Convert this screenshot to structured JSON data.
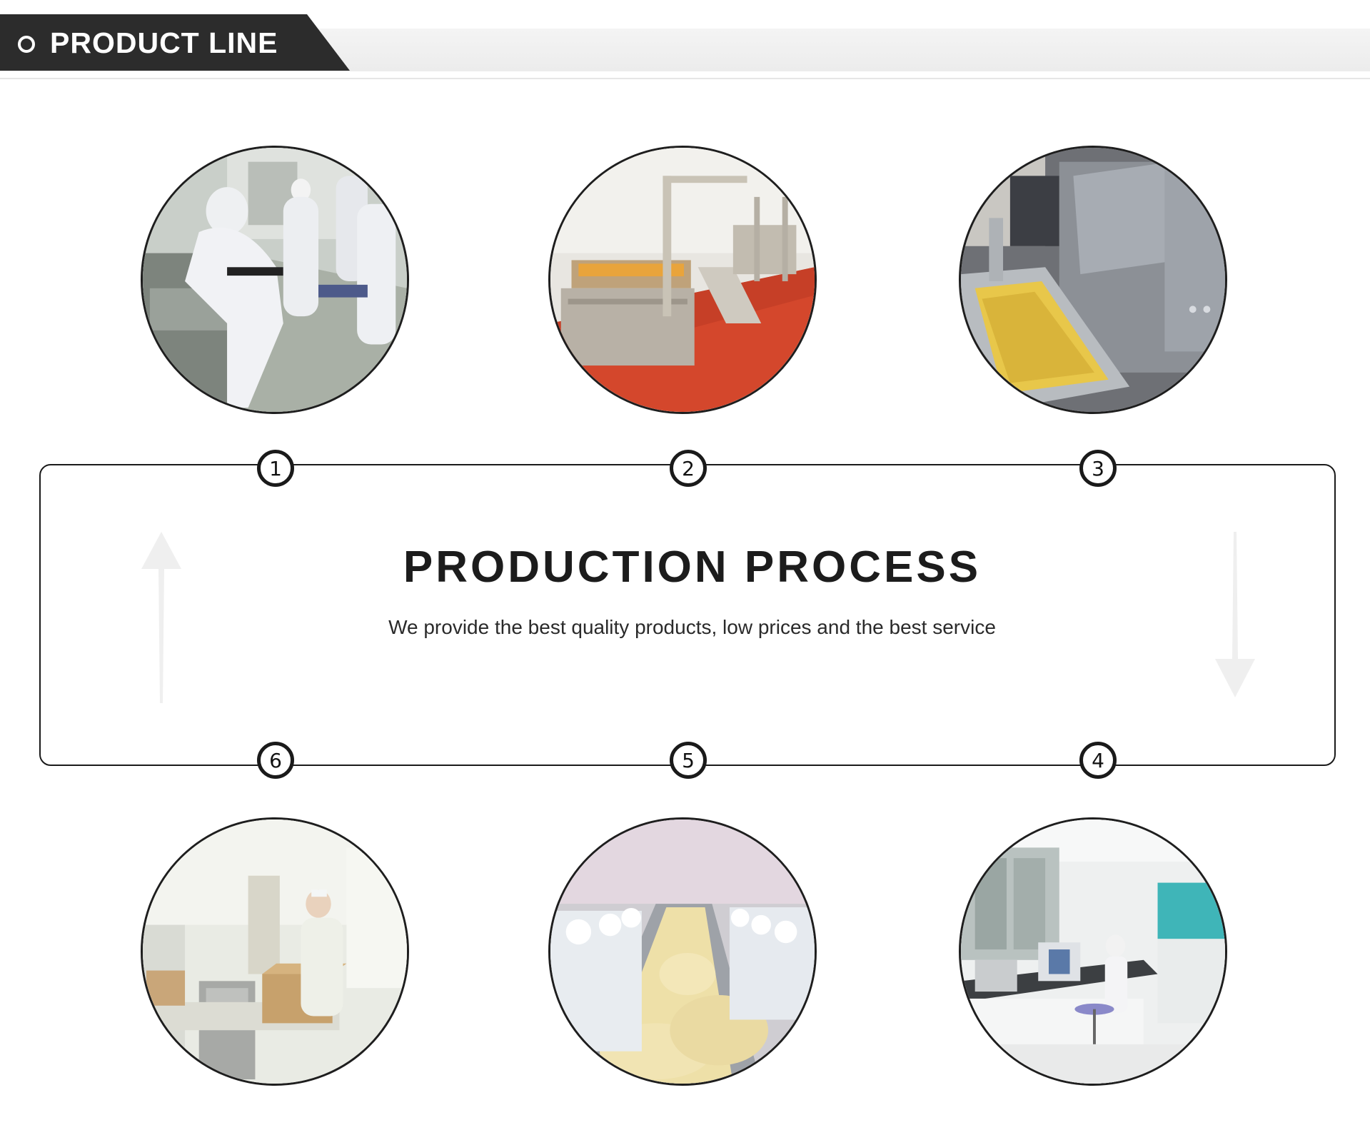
{
  "header": {
    "title": "PRODUCT LINE"
  },
  "process": {
    "title": "PRODUCTION PROCESS",
    "subtitle": "We provide the best quality products, low prices and the best service"
  },
  "steps": [
    {
      "number": "1",
      "photo": "workers-cleanroom-photo"
    },
    {
      "number": "2",
      "photo": "factory-floor-photo"
    },
    {
      "number": "3",
      "photo": "machine-conveyor-photo"
    },
    {
      "number": "4",
      "photo": "laboratory-photo"
    },
    {
      "number": "5",
      "photo": "sorting-line-photo"
    },
    {
      "number": "6",
      "photo": "packing-photo"
    }
  ],
  "colors": {
    "tab": "#2c2c2c",
    "frame": "#1a1a1a",
    "floor_red": "#d4472c",
    "product_yellow": "#e8c74a"
  }
}
